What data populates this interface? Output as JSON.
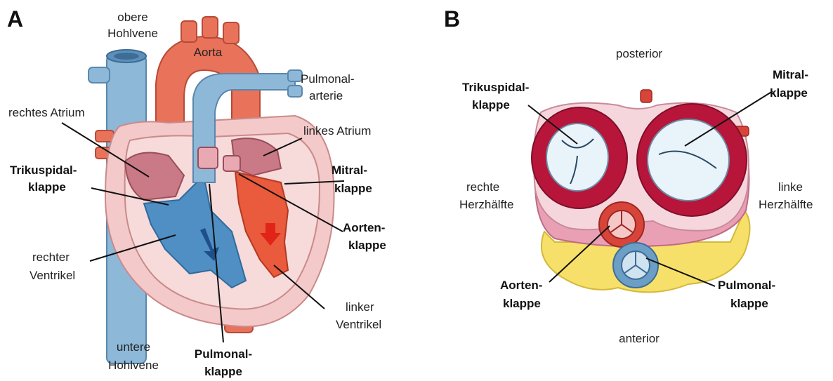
{
  "panel_a": {
    "letter": "A",
    "labels": {
      "obere_hohlvene_1": "obere",
      "obere_hohlvene_2": "Hohlvene",
      "aorta": "Aorta",
      "pulmonalarterie_1": "Pulmonal-",
      "pulmonalarterie_2": "arterie",
      "rechtes_atrium": "rechtes Atrium",
      "linkes_atrium": "linkes Atrium",
      "trikuspidal_1": "Trikuspidal-",
      "trikuspidal_2": "klappe",
      "mitral_1": "Mitral-",
      "mitral_2": "klappe",
      "aorten_1": "Aorten-",
      "aorten_2": "klappe",
      "rechter_ventrikel_1": "rechter",
      "rechter_ventrikel_2": "Ventrikel",
      "linker_ventrikel_1": "linker",
      "linker_ventrikel_2": "Ventrikel",
      "untere_hohlvene_1": "untere",
      "untere_hohlvene_2": "Hohlvene",
      "pulmonal_1": "Pulmonal-",
      "pulmonal_2": "klappe"
    }
  },
  "panel_b": {
    "letter": "B",
    "labels": {
      "posterior": "posterior",
      "anterior": "anterior",
      "trikuspidal_1": "Trikuspidal-",
      "trikuspidal_2": "klappe",
      "mitral_1": "Mitral-",
      "mitral_2": "klappe",
      "rechte_1": "rechte",
      "rechte_2": "Herzhälfte",
      "linke_1": "linke",
      "linke_2": "Herzhälfte",
      "aorten_1": "Aorten-",
      "aorten_2": "klappe",
      "pulmonal_1": "Pulmonal-",
      "pulmonal_2": "klappe"
    }
  },
  "colors": {
    "vein_blue": "#8db8d8",
    "aorta_red": "#e8735a",
    "heart_pink": "#f4c9c9",
    "ventricle_blue": "#4f8fc4",
    "ventricle_red": "#ea5a3c",
    "valve_dark": "#c1183a",
    "valve_light": "#e9f4fa",
    "fat_yellow": "#f7e06a"
  }
}
